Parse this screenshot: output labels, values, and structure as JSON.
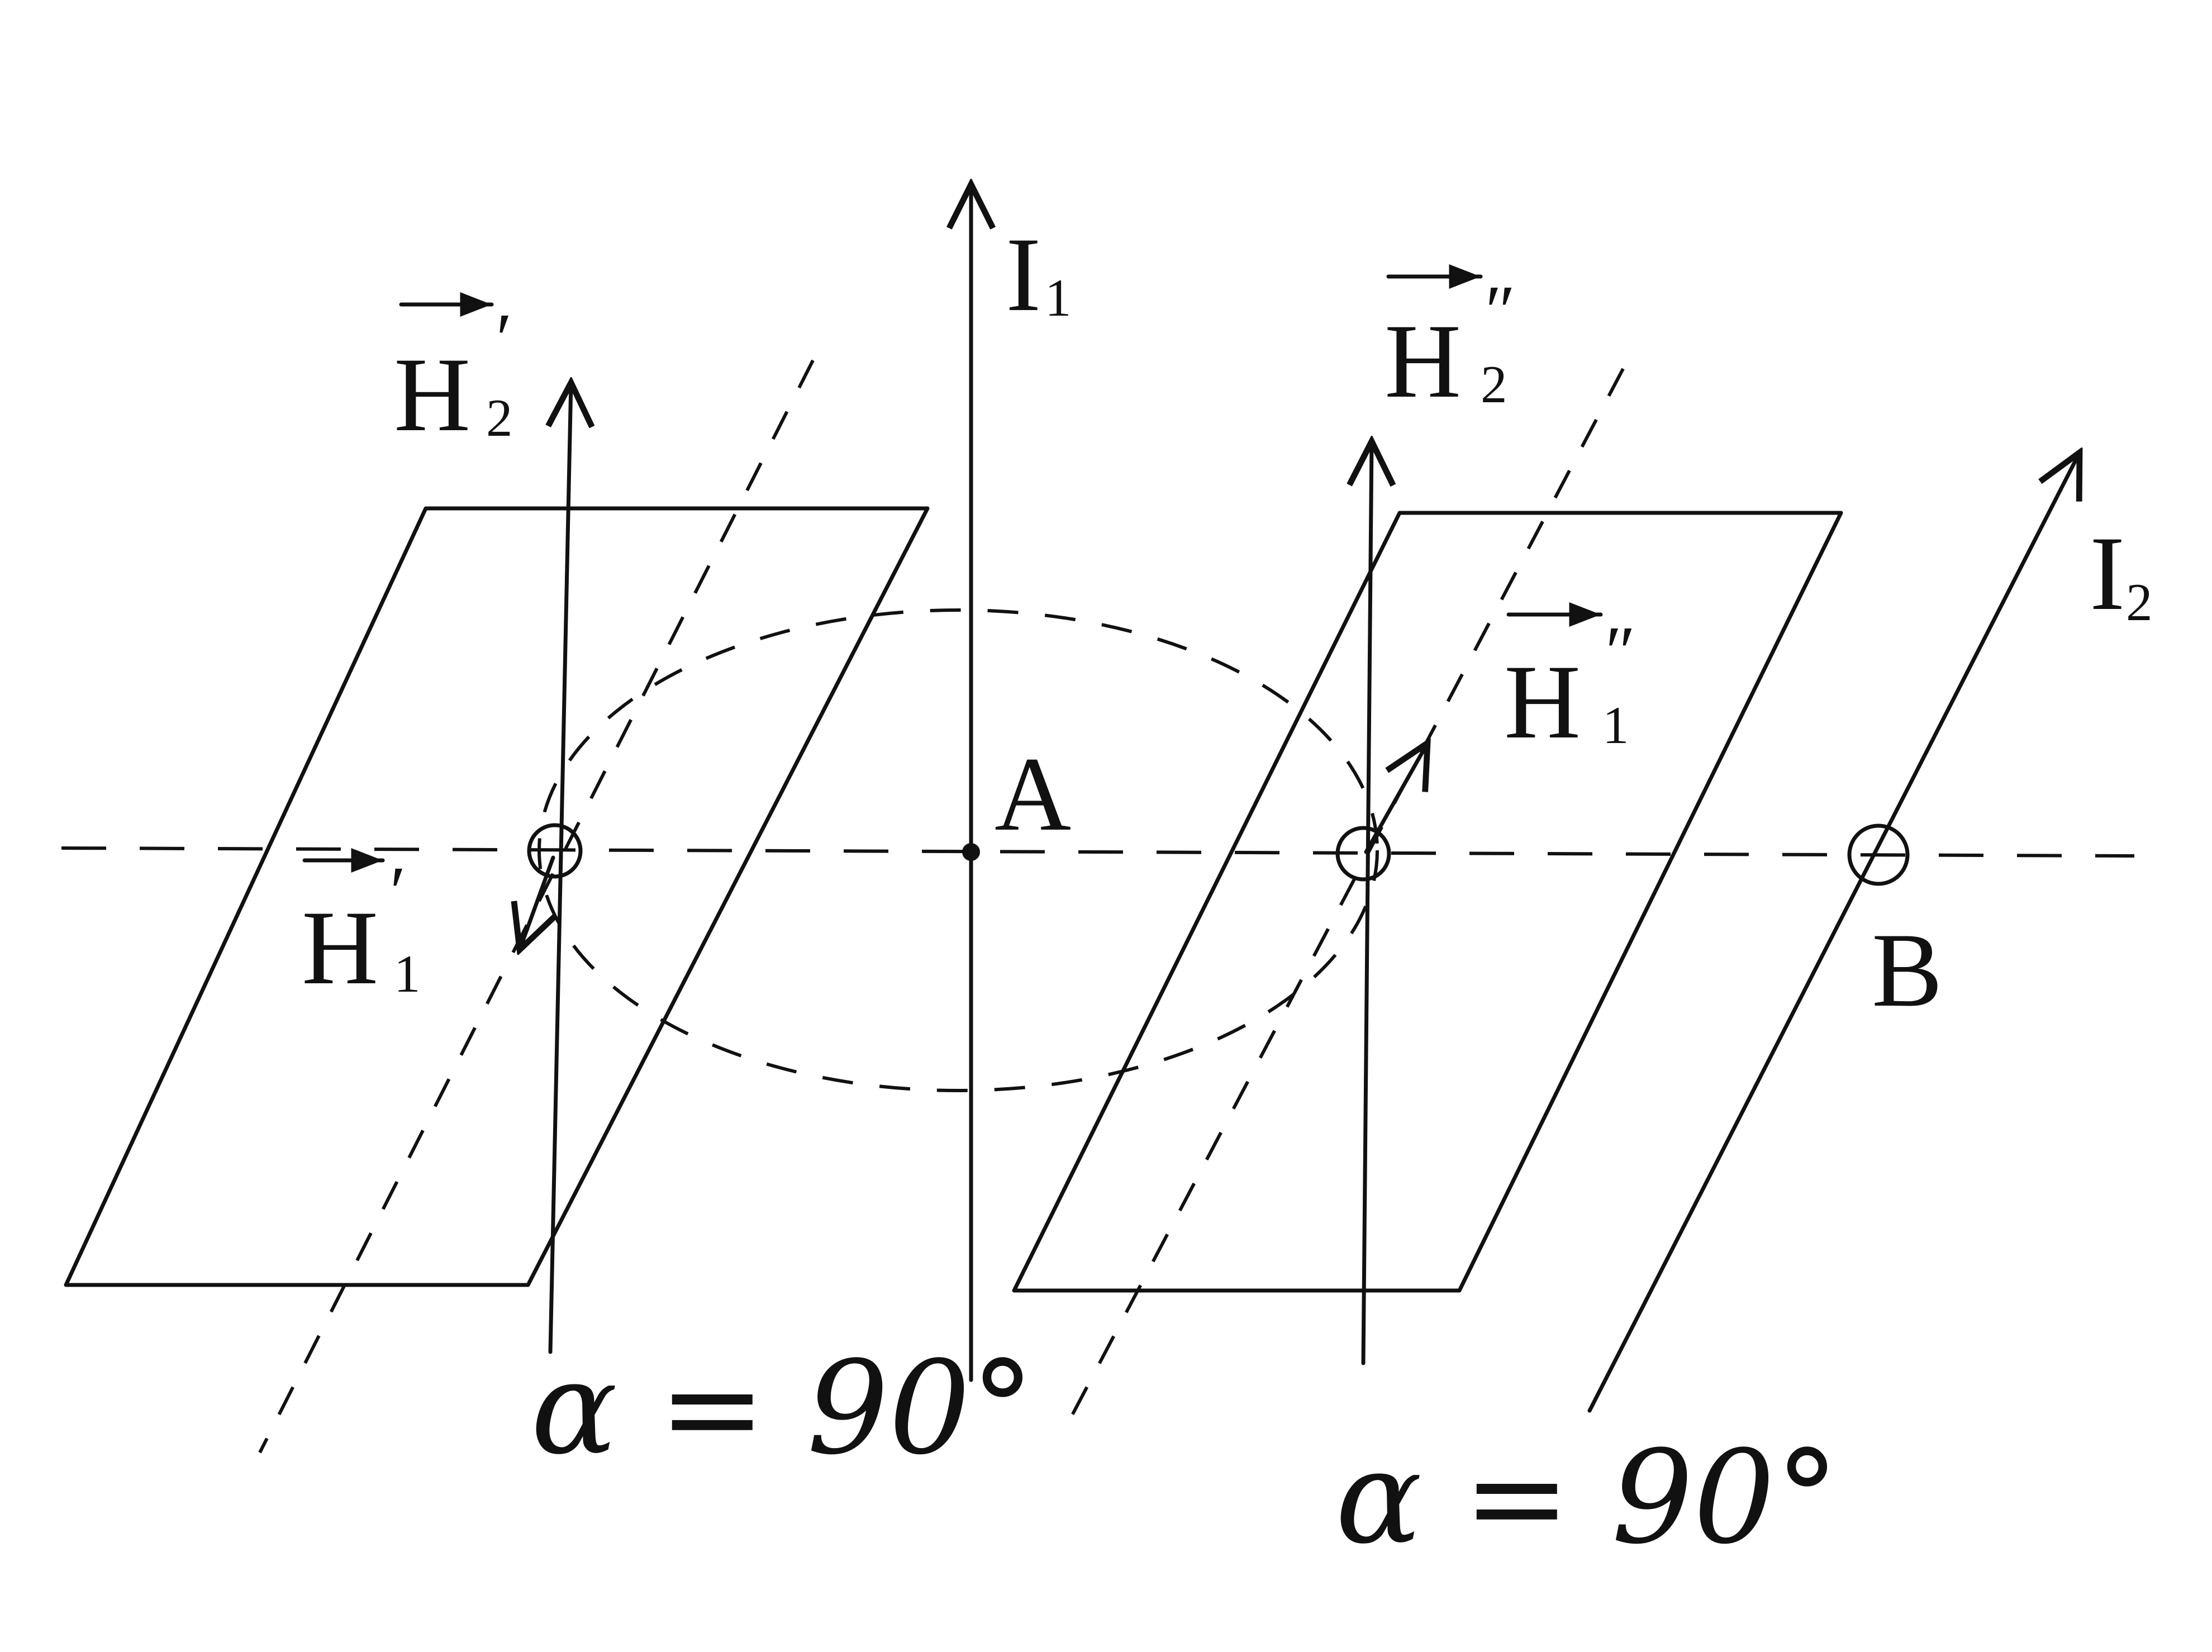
{
  "labels": {
    "I1": {
      "main": "I",
      "sub": "1"
    },
    "I2": {
      "main": "I",
      "sub": "2"
    },
    "H2p": {
      "main": "H",
      "sub": "2",
      "prime": "′"
    },
    "H1p": {
      "main": "H",
      "sub": "1",
      "prime": "′"
    },
    "H2pp": {
      "main": "H",
      "sub": "2",
      "prime": "″"
    },
    "H1pp": {
      "main": "H",
      "sub": "1",
      "prime": "″"
    },
    "A": "A",
    "B": "B",
    "angle_left": "α = 90°",
    "angle_right": "α = 90°"
  }
}
